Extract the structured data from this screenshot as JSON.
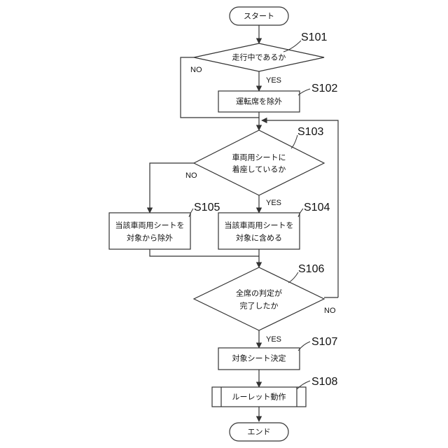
{
  "nodes": {
    "start": "スタート",
    "d101": [
      "走行中であるか"
    ],
    "p102": [
      "運転席を除外"
    ],
    "d103": [
      "車両用シートに",
      "着座しているか"
    ],
    "p104": [
      "当該車両用シートを",
      "対象に含める"
    ],
    "p105": [
      "当該車両用シートを",
      "対象から除外"
    ],
    "d106": [
      "全席の判定が",
      "完了したか"
    ],
    "p107": [
      "対象シート決定"
    ],
    "p108": [
      "ルーレット動作"
    ],
    "end": "エンド"
  },
  "step_labels": {
    "s101": "S101",
    "s102": "S102",
    "s103": "S103",
    "s104": "S104",
    "s105": "S105",
    "s106": "S106",
    "s107": "S107",
    "s108": "S108"
  },
  "branch_labels": {
    "d101_no": "NO",
    "d101_yes": "YES",
    "d103_no": "NO",
    "d103_yes": "YES",
    "d106_no": "NO",
    "d106_yes": "YES"
  }
}
